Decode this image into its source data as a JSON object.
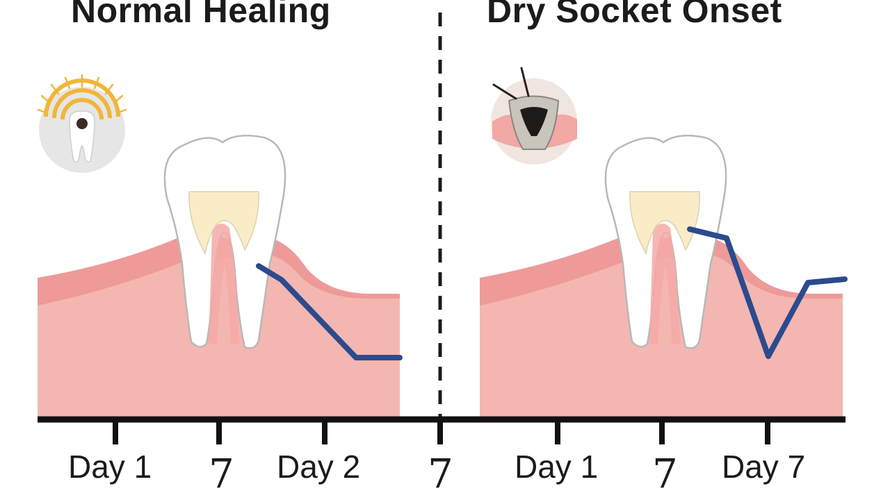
{
  "panels": [
    {
      "title": "Normal Healing"
    },
    {
      "title": "Dry Socket Onset"
    }
  ],
  "timeline": {
    "labels": [
      "Day 1",
      "7",
      "Day 2",
      "7",
      "Day 1",
      "7",
      "Day 7"
    ]
  },
  "icons": [
    "radiating-tooth-icon",
    "dry-socket-icon"
  ],
  "colors": {
    "curve": "#2b4b8e",
    "gum": "#f4b6b1",
    "gum_edge": "#ee9a98",
    "pulp": "#f9ecc6",
    "text": "#1b1b1b",
    "ray": "#f0b63a"
  }
}
